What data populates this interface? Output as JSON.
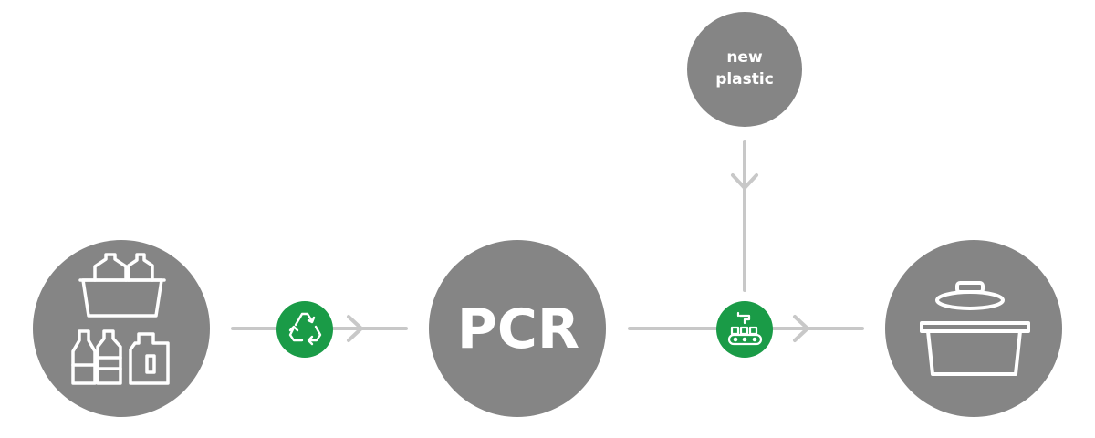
{
  "diagram": {
    "title": "",
    "nodes": {
      "waste": {
        "icon": "plastic-waste-icon"
      },
      "pcr": {
        "label": "PCR"
      },
      "new_plastic": {
        "label_line1": "new",
        "label_line2": "plastic"
      },
      "product": {
        "icon": "container-with-lid-icon"
      }
    },
    "steps": {
      "recycle": {
        "icon": "recycle-icon"
      },
      "manufacture": {
        "icon": "conveyor-belt-icon"
      }
    },
    "colors": {
      "node": "#858585",
      "step": "#1a9b47",
      "connector": "#c8c8c8",
      "icon": "#ffffff"
    }
  }
}
